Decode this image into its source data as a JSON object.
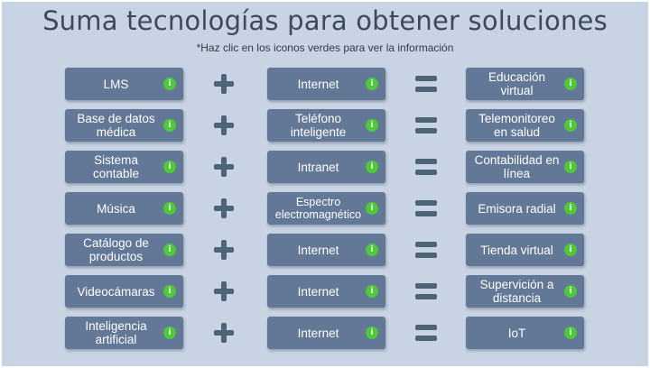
{
  "title": "Suma tecnologías para obtener soluciones",
  "subtitle": "*Haz clic en los iconos verdes para ver la información",
  "info_glyph": "i",
  "accent_color": "#4fc83a",
  "box_color": "#637896",
  "rows": [
    {
      "a": "LMS",
      "b": "Internet",
      "c": "Educación virtual"
    },
    {
      "a": "Base de datos médica",
      "b": "Teléfono inteligente",
      "c": "Telemonitoreo en salud"
    },
    {
      "a": "Sistema contable",
      "b": "Intranet",
      "c": "Contabilidad en línea"
    },
    {
      "a": "Música",
      "b": "Espectro electromagnético",
      "c": "Emisora radial"
    },
    {
      "a": "Catálogo de productos",
      "b": "Internet",
      "c": "Tienda virtual"
    },
    {
      "a": "Videocámaras",
      "b": "Internet",
      "c": "Supervición a distancia"
    },
    {
      "a": "Inteligencia artificial",
      "b": "Internet",
      "c": "IoT"
    }
  ]
}
